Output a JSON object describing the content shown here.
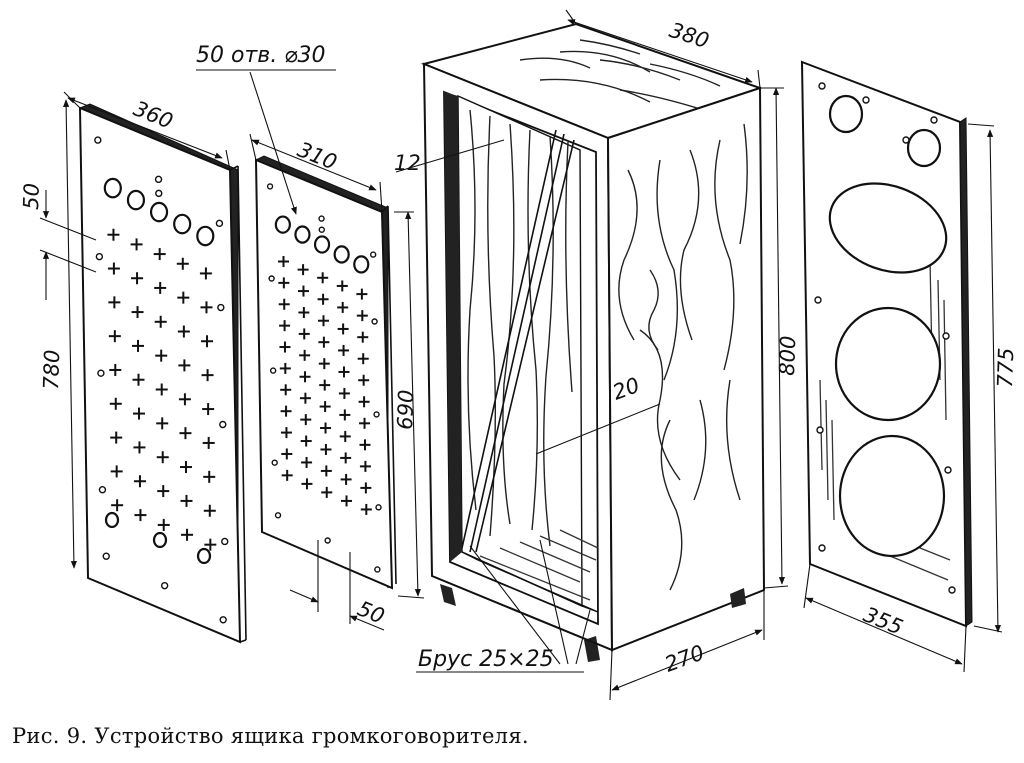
{
  "diagram": {
    "labels": {
      "front_width": "360",
      "front_height": "780",
      "spacing": "50",
      "holes_note": "50 отв. ⌀30",
      "inner_width": "310",
      "inner_height": "690",
      "inner_spacing": "50",
      "box_thickness": "12",
      "box_depth": "380",
      "box_height": "800",
      "box_width": "270",
      "inner_board": "20",
      "battens": "Брус 25×25",
      "back_width": "355",
      "back_height": "775"
    }
  },
  "caption": "Рис. 9. Устройство ящика громкоговорителя."
}
